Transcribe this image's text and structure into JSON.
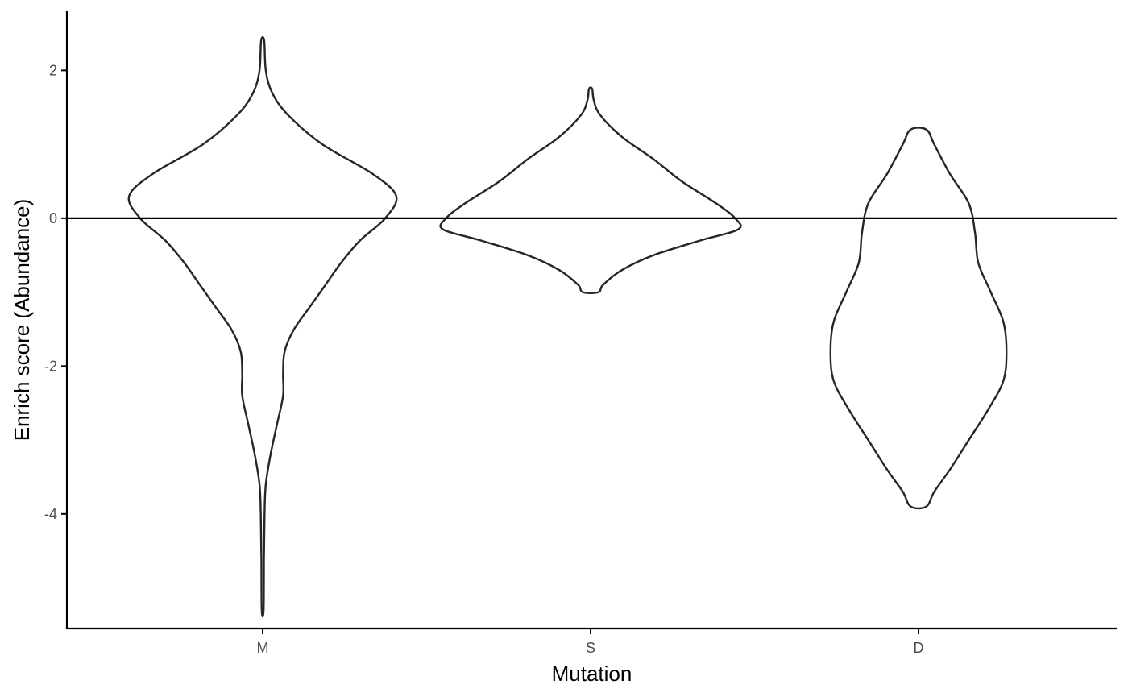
{
  "chart_data": {
    "type": "violin",
    "title": "",
    "xlabel": "Mutation",
    "ylabel": "Enrich score  (Abundance)",
    "categories": [
      "M",
      "S",
      "D"
    ],
    "ylim": [
      -5.55,
      2.8
    ],
    "yticks": [
      2,
      0,
      -2,
      -4
    ],
    "reference_line": {
      "y": 0
    },
    "grid": false,
    "legend": "none",
    "series": [
      {
        "category": "M",
        "min": -5.3,
        "max": 2.4,
        "density_profile": [
          [
            2.4,
            0.01
          ],
          [
            2.0,
            0.02
          ],
          [
            1.7,
            0.06
          ],
          [
            1.4,
            0.16
          ],
          [
            1.0,
            0.38
          ],
          [
            0.6,
            0.7
          ],
          [
            0.3,
            0.85
          ],
          [
            0.0,
            0.78
          ],
          [
            -0.3,
            0.62
          ],
          [
            -0.6,
            0.5
          ],
          [
            -0.9,
            0.4
          ],
          [
            -1.2,
            0.3
          ],
          [
            -1.5,
            0.2
          ],
          [
            -1.8,
            0.14
          ],
          [
            -2.1,
            0.13
          ],
          [
            -2.4,
            0.13
          ],
          [
            -2.8,
            0.09
          ],
          [
            -3.2,
            0.05
          ],
          [
            -3.6,
            0.02
          ],
          [
            -4.0,
            0.012
          ],
          [
            -4.6,
            0.008
          ],
          [
            -5.3,
            0.006
          ]
        ],
        "color": "#262626"
      },
      {
        "category": "S",
        "min": -1.0,
        "max": 1.75,
        "density_profile": [
          [
            1.75,
            0.01
          ],
          [
            1.6,
            0.02
          ],
          [
            1.4,
            0.06
          ],
          [
            1.1,
            0.2
          ],
          [
            0.8,
            0.4
          ],
          [
            0.5,
            0.58
          ],
          [
            0.2,
            0.8
          ],
          [
            0.0,
            0.92
          ],
          [
            -0.15,
            0.94
          ],
          [
            -0.3,
            0.7
          ],
          [
            -0.5,
            0.4
          ],
          [
            -0.7,
            0.2
          ],
          [
            -0.9,
            0.08
          ],
          [
            -1.0,
            0.05
          ]
        ],
        "color": "#262626"
      },
      {
        "category": "D",
        "min": -3.9,
        "max": 1.2,
        "density_profile": [
          [
            1.2,
            0.05
          ],
          [
            1.0,
            0.1
          ],
          [
            0.6,
            0.2
          ],
          [
            0.2,
            0.32
          ],
          [
            -0.2,
            0.36
          ],
          [
            -0.6,
            0.38
          ],
          [
            -1.0,
            0.46
          ],
          [
            -1.4,
            0.54
          ],
          [
            -1.8,
            0.56
          ],
          [
            -2.2,
            0.54
          ],
          [
            -2.6,
            0.44
          ],
          [
            -3.0,
            0.32
          ],
          [
            -3.4,
            0.2
          ],
          [
            -3.7,
            0.1
          ],
          [
            -3.9,
            0.05
          ]
        ],
        "color": "#262626"
      }
    ]
  },
  "style": {
    "axis_color": "#000000",
    "tick_label_color": "#4d4d4d",
    "violin_stroke": "#262626",
    "violin_fill": "#ffffff",
    "background": "#ffffff"
  }
}
